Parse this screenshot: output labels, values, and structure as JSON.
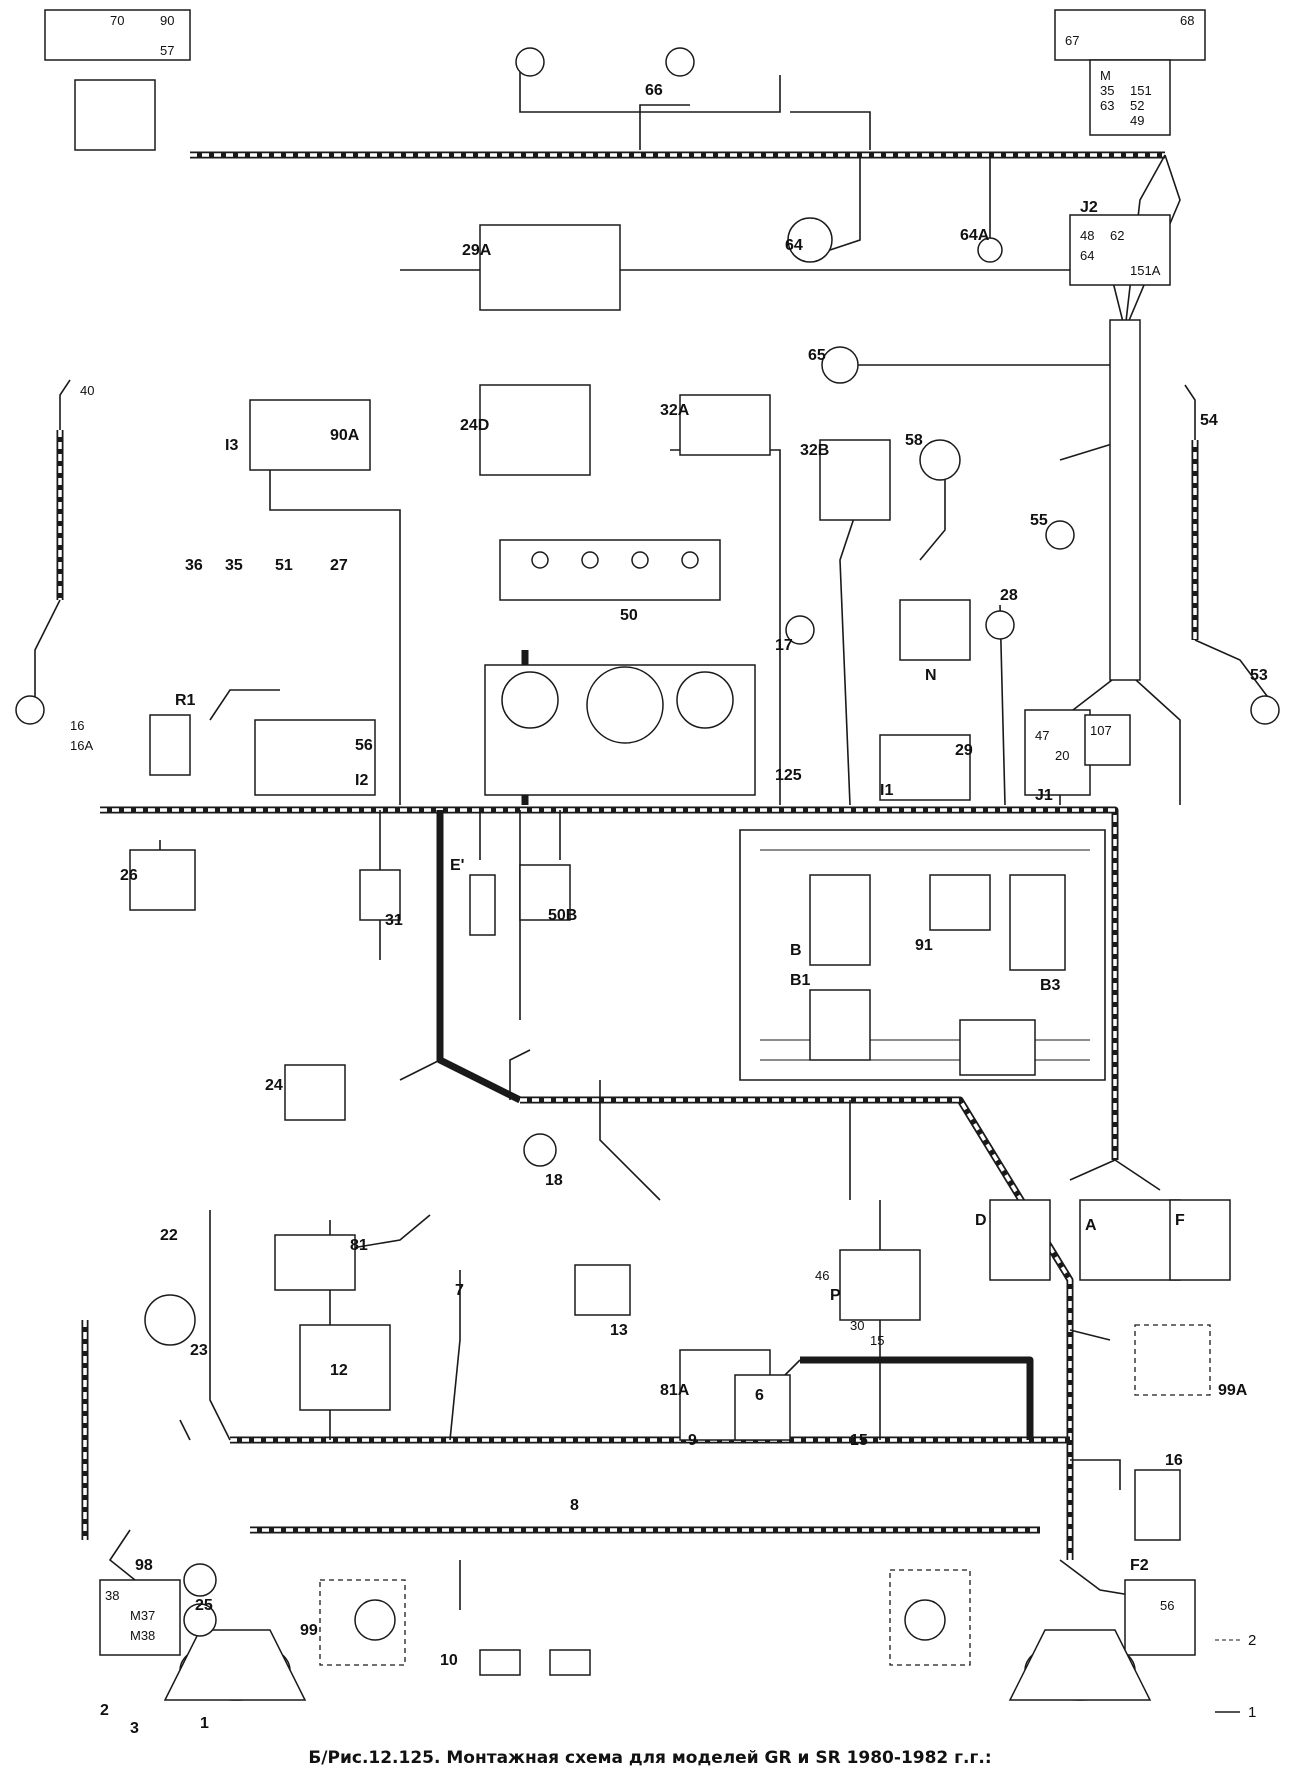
{
  "figure": {
    "caption": "Б/Рис.12.125. Монтажная схема для моделей GR и SR 1980-1982 г.г.:"
  },
  "components": [
    {
      "label": "66"
    },
    {
      "label": "29A"
    },
    {
      "label": "64"
    },
    {
      "label": "64A"
    },
    {
      "label": "65"
    },
    {
      "label": "24D"
    },
    {
      "label": "32A"
    },
    {
      "label": "32B"
    },
    {
      "label": "58"
    },
    {
      "label": "90A"
    },
    {
      "label": "I3"
    },
    {
      "label": "55"
    },
    {
      "label": "54"
    },
    {
      "label": "36"
    },
    {
      "label": "35"
    },
    {
      "label": "51"
    },
    {
      "label": "27"
    },
    {
      "label": "50"
    },
    {
      "label": "17"
    },
    {
      "label": "28"
    },
    {
      "label": "N"
    },
    {
      "label": "R1"
    },
    {
      "label": "56"
    },
    {
      "label": "I2"
    },
    {
      "label": "125"
    },
    {
      "label": "29"
    },
    {
      "label": "I1"
    },
    {
      "label": "53"
    },
    {
      "label": "J1"
    },
    {
      "label": "J2"
    },
    {
      "label": "26"
    },
    {
      "label": "31"
    },
    {
      "label": "E'"
    },
    {
      "label": "50B"
    },
    {
      "label": "91"
    },
    {
      "label": "B1"
    },
    {
      "label": "B"
    },
    {
      "label": "B3"
    },
    {
      "label": "24"
    },
    {
      "label": "18"
    },
    {
      "label": "22"
    },
    {
      "label": "81"
    },
    {
      "label": "7"
    },
    {
      "label": "23"
    },
    {
      "label": "13"
    },
    {
      "label": "D"
    },
    {
      "label": "A"
    },
    {
      "label": "F"
    },
    {
      "label": "P"
    },
    {
      "label": "81A"
    },
    {
      "label": "99A"
    },
    {
      "label": "16"
    },
    {
      "label": "12"
    },
    {
      "label": "9"
    },
    {
      "label": "6"
    },
    {
      "label": "15"
    },
    {
      "label": "98"
    },
    {
      "label": "25"
    },
    {
      "label": "8"
    },
    {
      "label": "F2"
    },
    {
      "label": "99"
    },
    {
      "label": "10"
    },
    {
      "label": "1"
    },
    {
      "label": "2"
    },
    {
      "label": "3"
    }
  ],
  "connectors": [
    {
      "label": "57"
    },
    {
      "label": "70"
    },
    {
      "label": "90"
    },
    {
      "label": "67"
    },
    {
      "label": "68"
    },
    {
      "label": "M"
    },
    {
      "label": "35"
    },
    {
      "label": "63"
    },
    {
      "label": "151"
    },
    {
      "label": "52"
    },
    {
      "label": "49"
    },
    {
      "label": "48"
    },
    {
      "label": "62"
    },
    {
      "label": "64"
    },
    {
      "label": "151A"
    },
    {
      "label": "16"
    },
    {
      "label": "16A"
    },
    {
      "label": "40"
    },
    {
      "label": "47"
    },
    {
      "label": "20"
    },
    {
      "label": "107"
    },
    {
      "label": "30"
    },
    {
      "label": "15"
    },
    {
      "label": "46"
    },
    {
      "label": "56"
    },
    {
      "label": "38"
    },
    {
      "label": "M37"
    },
    {
      "label": "M38"
    }
  ],
  "legend": {
    "wire_label": "1",
    "harness_label": "2"
  }
}
